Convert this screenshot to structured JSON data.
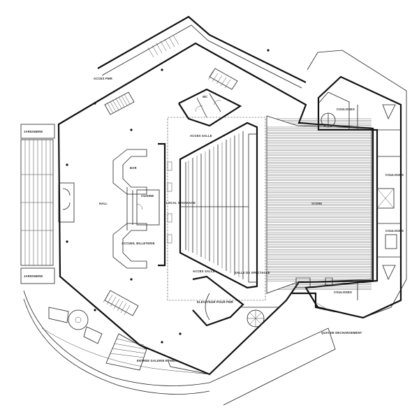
{
  "labels": {
    "acces_pmr": "ACCES PMR",
    "jardiniere_top": "JARDINIERE",
    "jardiniere_bottom": "JARDINIERE",
    "wc": "WC",
    "acces_salle_top": "ACCES SALLE",
    "bar": "BAR",
    "cuisine": "CUISINE",
    "hall": "HALL",
    "local_stockage": "LOCAL STOCKAGE",
    "accueil_billeterie": "ACCUEIL BILLETERIE",
    "acces_salle_bottom": "ACCES SALLE",
    "salle_spectacle": "SALLE DE SPECTACLE",
    "scene": "SCENE",
    "coulisses_1": "COULISSES",
    "coulisses_2": "COULISSES",
    "coulisses_3": "COULISSES",
    "coulisses_4": "COULISSES",
    "elevateur": "ELEVATEUR POUR PMR",
    "quai_dechargement": "QUAI DE DECHARGEMENT",
    "entree": "ENTREE GALERIE ETHNIK"
  }
}
